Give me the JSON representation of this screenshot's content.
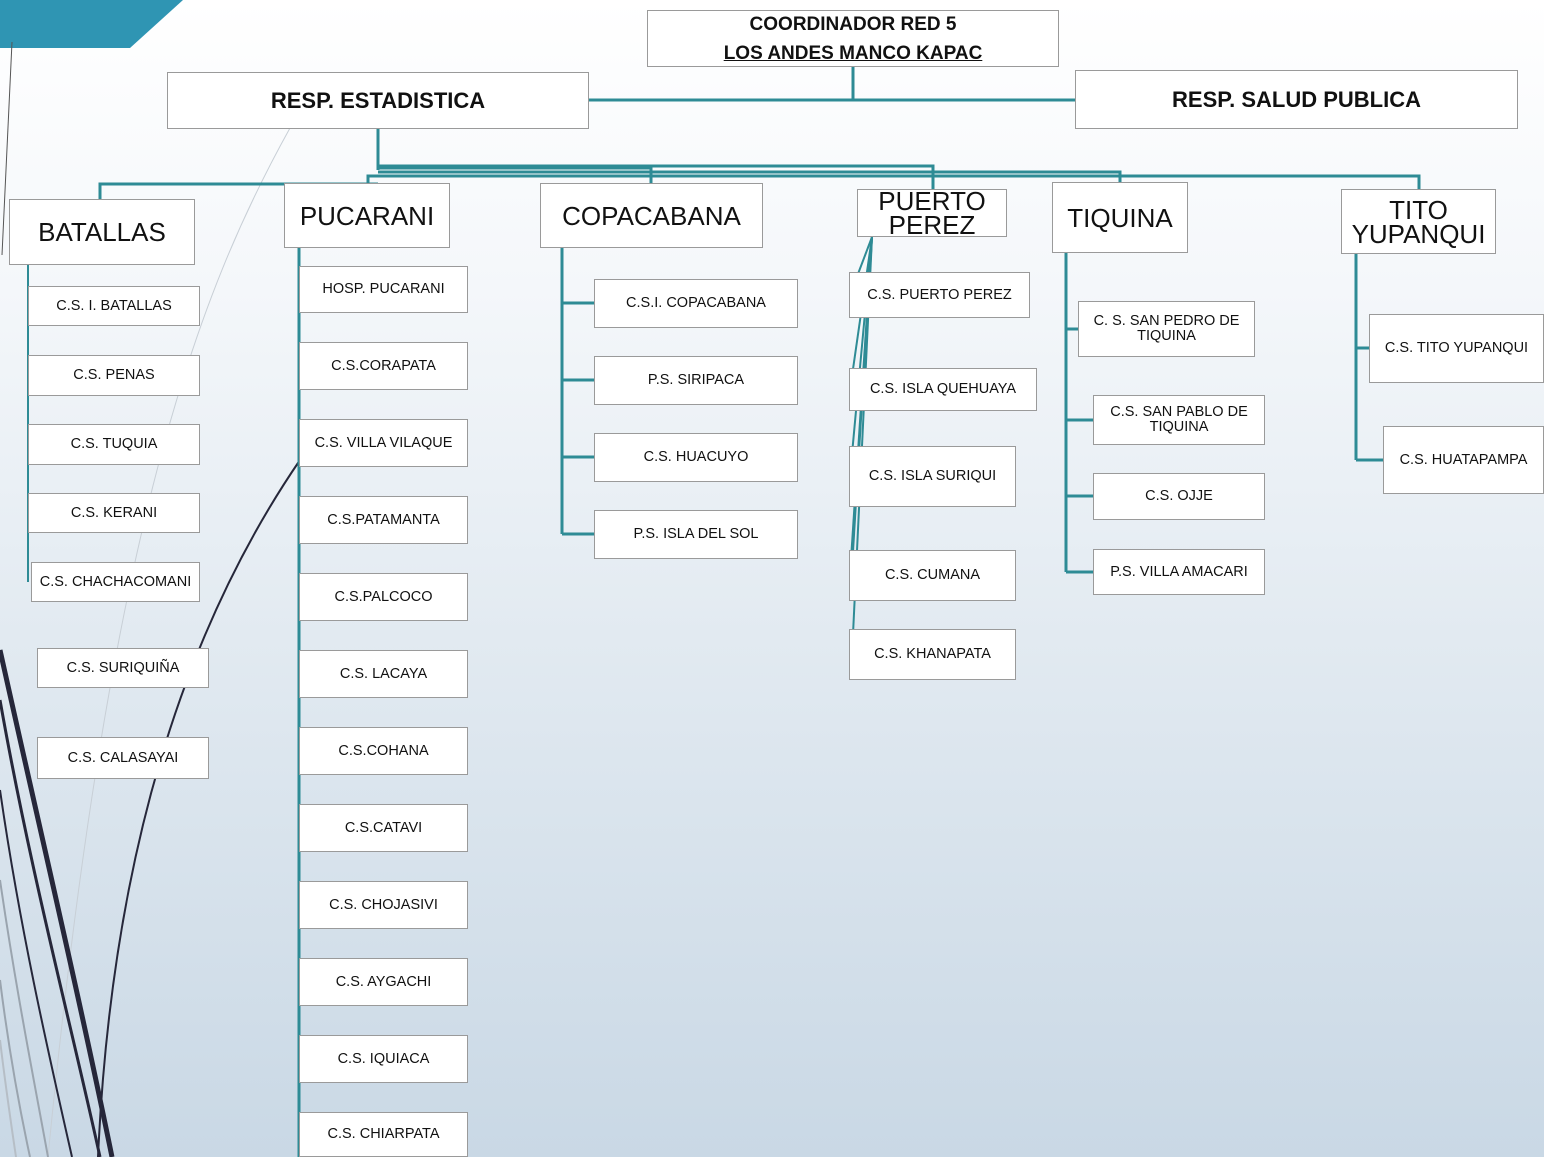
{
  "colors": {
    "connector": "#2e8b95",
    "accent_corner": "#2f95b3",
    "decor_lines": "#26273a",
    "box_border": "#9a9a9a"
  },
  "coordinator": {
    "line1": "COORDINADOR RED 5",
    "line2": "LOS ANDES MANCO KAPAC"
  },
  "managers": {
    "left": "RESP. ESTADISTICA",
    "right": "RESP. SALUD PUBLICA"
  },
  "districts": [
    {
      "name": "BATALLAS",
      "facilities": [
        "C.S. I. BATALLAS",
        "C.S. PENAS",
        "C.S.  TUQUIA",
        "C.S. KERANI",
        "C.S. CHACHACOMANI",
        "C.S. SURIQUIÑA",
        "C.S. CALASAYAI"
      ]
    },
    {
      "name": "PUCARANI",
      "facilities": [
        "HOSP.  PUCARANI",
        "C.S.CORAPATA",
        "C.S. VILLA VILAQUE",
        "C.S.PATAMANTA",
        "C.S.PALCOCO",
        "C.S. LACAYA",
        "C.S.COHANA",
        "C.S.CATAVI",
        "C.S. CHOJASIVI",
        "C.S. AYGACHI",
        "C.S. IQUIACA",
        "C.S. CHIARPATA"
      ]
    },
    {
      "name": "COPACABANA",
      "facilities": [
        "C.S.I. COPACABANA",
        "P.S. SIRIPACA",
        "C.S. HUACUYO",
        "P.S. ISLA DEL SOL"
      ]
    },
    {
      "name": "PUERTO PEREZ",
      "facilities": [
        "C.S. PUERTO PEREZ",
        "C.S. ISLA QUEHUAYA",
        "C.S. ISLA SURIQUI",
        "C.S. CUMANA",
        "C.S. KHANAPATA"
      ]
    },
    {
      "name": "TIQUINA",
      "facilities": [
        "C. S. SAN PEDRO DE TIQUINA",
        "C.S. SAN PABLO DE TIQUINA",
        "C.S. OJJE",
        "P.S. VILLA AMACARI"
      ]
    },
    {
      "name": "TITO YUPANQUI",
      "facilities": [
        "C.S. TITO YUPANQUI",
        "C.S. HUATAPAMPA"
      ]
    }
  ]
}
